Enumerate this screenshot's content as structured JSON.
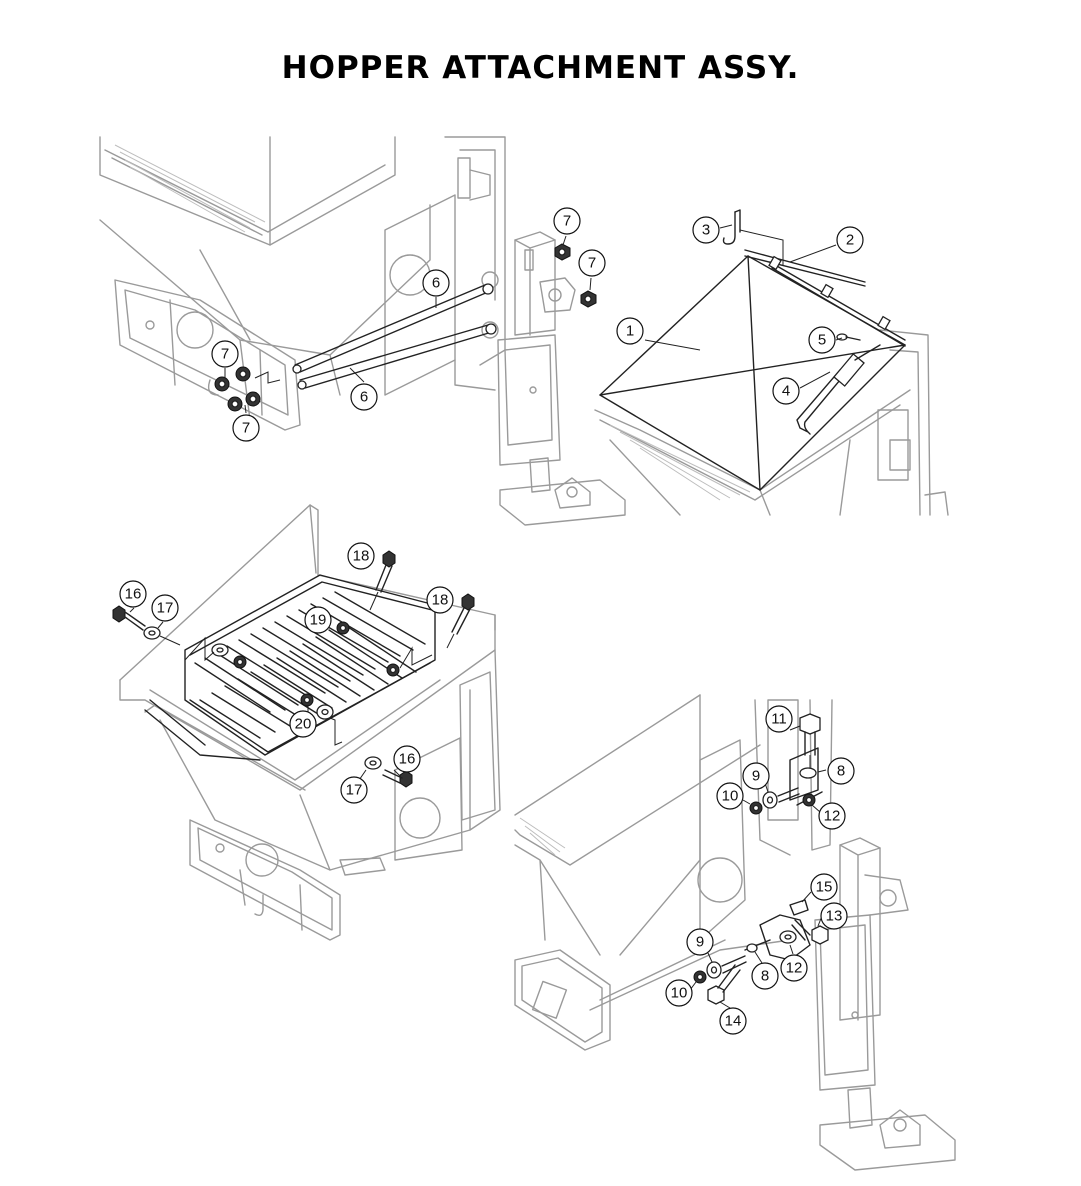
{
  "title": "HOPPER ATTACHMENT ASSY.",
  "callouts": [
    {
      "label": "1"
    },
    {
      "label": "2"
    },
    {
      "label": "3"
    },
    {
      "label": "4"
    },
    {
      "label": "5"
    },
    {
      "label": "6"
    },
    {
      "label": "6"
    },
    {
      "label": "7"
    },
    {
      "label": "7"
    },
    {
      "label": "7"
    },
    {
      "label": "7"
    },
    {
      "label": "8"
    },
    {
      "label": "8"
    },
    {
      "label": "9"
    },
    {
      "label": "9"
    },
    {
      "label": "10"
    },
    {
      "label": "10"
    },
    {
      "label": "11"
    },
    {
      "label": "12"
    },
    {
      "label": "12"
    },
    {
      "label": "13"
    },
    {
      "label": "14"
    },
    {
      "label": "15"
    },
    {
      "label": "16"
    },
    {
      "label": "16"
    },
    {
      "label": "17"
    },
    {
      "label": "17"
    },
    {
      "label": "18"
    },
    {
      "label": "18"
    },
    {
      "label": "19"
    },
    {
      "label": "20"
    }
  ]
}
